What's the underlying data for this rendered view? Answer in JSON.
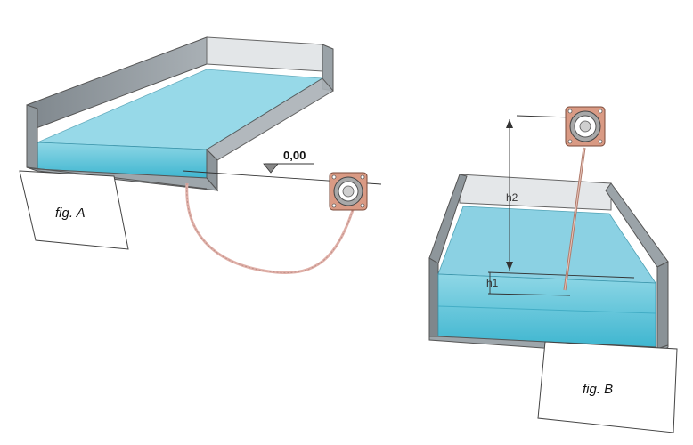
{
  "figure_a": {
    "label": "fig. A",
    "level_marker": "0,00"
  },
  "figure_b": {
    "label": "fig. B",
    "dimension_h2": "h2",
    "dimension_h1": "h1"
  },
  "colors": {
    "water": "#56c6dc",
    "wall": "#9fa7ad",
    "sensor_body": "#d99a84",
    "cable": "#e2b3ac"
  },
  "icons": [
    "pressure-sensor-icon",
    "level-triangle-icon"
  ]
}
